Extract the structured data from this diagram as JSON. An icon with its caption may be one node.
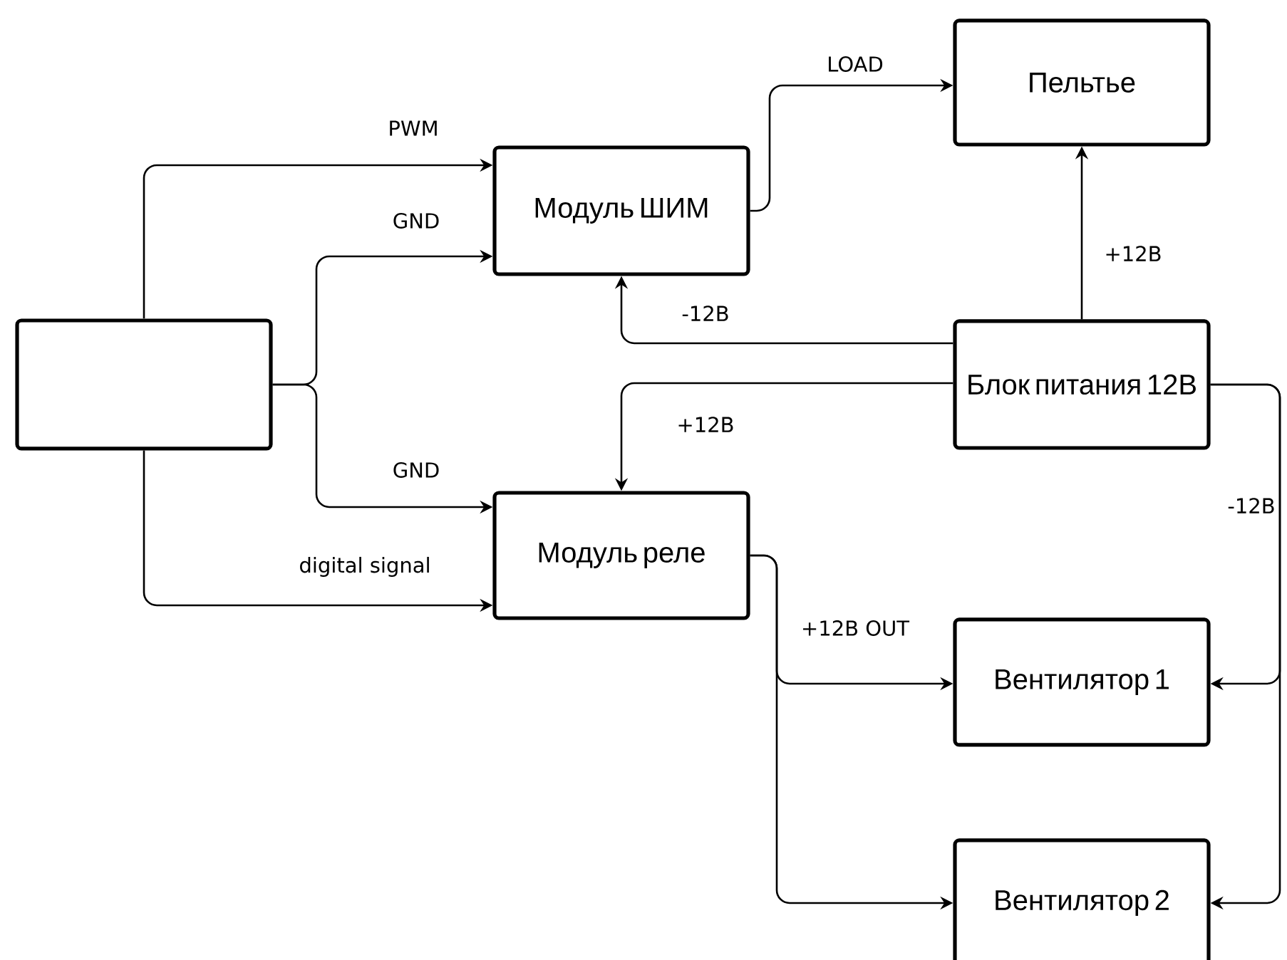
{
  "diagram": {
    "nodes": [
      {
        "text": [],
        "shape": "box"
      },
      {
        "text": [
          "Модуль ШИМ"
        ]
      },
      {
        "text": [
          "Пельтье"
        ]
      },
      {
        "text": [
          "Блок питания 12В"
        ]
      },
      {
        "text": [
          "Модуль реле"
        ]
      },
      {
        "text": [
          "Вентилятор 1"
        ]
      },
      {
        "text": [
          "Вентилятор 2"
        ]
      }
    ],
    "edges": [
      {
        "from": 0,
        "to": 1,
        "arrow": "to",
        "label": "PWM"
      },
      {
        "from": 0,
        "to": 1,
        "arrow": "to",
        "label": "GND"
      },
      {
        "from": 0,
        "to": 4,
        "arrow": "to",
        "label": "GND"
      },
      {
        "from": 0,
        "to": 4,
        "arrow": "to",
        "label": "digital signal"
      },
      {
        "from": 1,
        "to": 2,
        "arrow": "to",
        "label": "LOAD"
      },
      {
        "from": 3,
        "to": 2,
        "arrow": "to",
        "label": "+12В"
      },
      {
        "from": 3,
        "to": 1,
        "arrow": "to",
        "label": "-12В"
      },
      {
        "from": 3,
        "to": 4,
        "arrow": "to",
        "label": "+12В"
      },
      {
        "from": 4,
        "to": 5,
        "arrow": "to",
        "label": "+12В OUT"
      },
      {
        "from": 4,
        "to": 6,
        "arrow": "to"
      },
      {
        "from": 3,
        "to": 5,
        "arrow": "to",
        "label": "-12В"
      },
      {
        "from": 3,
        "to": 6,
        "arrow": "to"
      }
    ]
  }
}
